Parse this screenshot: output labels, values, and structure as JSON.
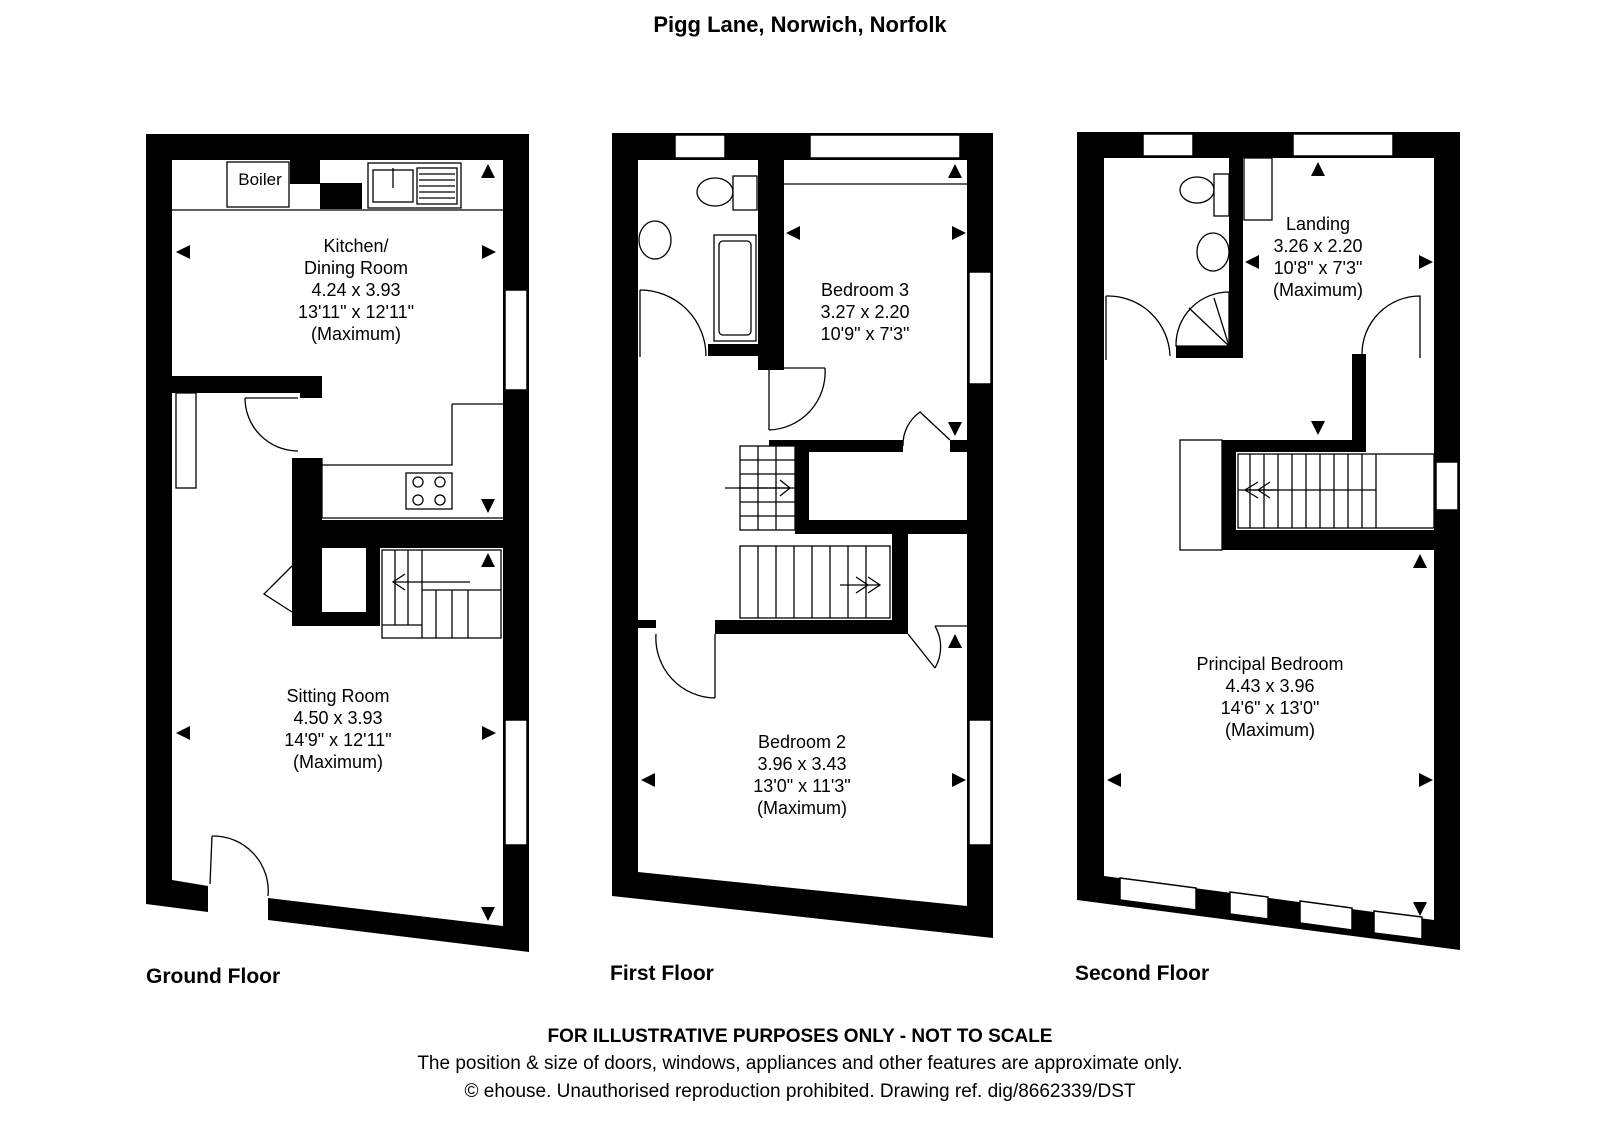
{
  "title": "Pigg Lane, Norwich, Norfolk",
  "floors": [
    {
      "name": "Ground Floor",
      "rooms": [
        {
          "name": "Kitchen/",
          "name2": "Dining Room",
          "metric": "4.24 x 3.93",
          "imperial": "13'11\" x 12'11\"",
          "note": "(Maximum)"
        },
        {
          "name": "Sitting Room",
          "metric": "4.50 x 3.93",
          "imperial": "14'9\" x 12'11\"",
          "note": "(Maximum)"
        }
      ],
      "fixtures": {
        "boiler": "Boiler"
      }
    },
    {
      "name": "First Floor",
      "rooms": [
        {
          "name": "Bedroom 3",
          "metric": "3.27 x 2.20",
          "imperial": "10'9\" x 7'3\""
        },
        {
          "name": "Bedroom 2",
          "metric": "3.96 x 3.43",
          "imperial": "13'0\" x 11'3\"",
          "note": "(Maximum)"
        }
      ]
    },
    {
      "name": "Second Floor",
      "rooms": [
        {
          "name": "Landing",
          "metric": "3.26 x 2.20",
          "imperial": "10'8\" x 7'3\"",
          "note": "(Maximum)"
        },
        {
          "name": "Principal Bedroom",
          "metric": "4.43 x 3.96",
          "imperial": "14'6\" x 13'0\"",
          "note": "(Maximum)"
        }
      ]
    }
  ],
  "disclaimer": {
    "line1": "FOR ILLUSTRATIVE PURPOSES ONLY - NOT TO SCALE",
    "line2": "The position & size of doors, windows, appliances and other features are approximate only.",
    "line3": "© ehouse. Unauthorised reproduction prohibited. Drawing ref. dig/8662339/DST"
  }
}
